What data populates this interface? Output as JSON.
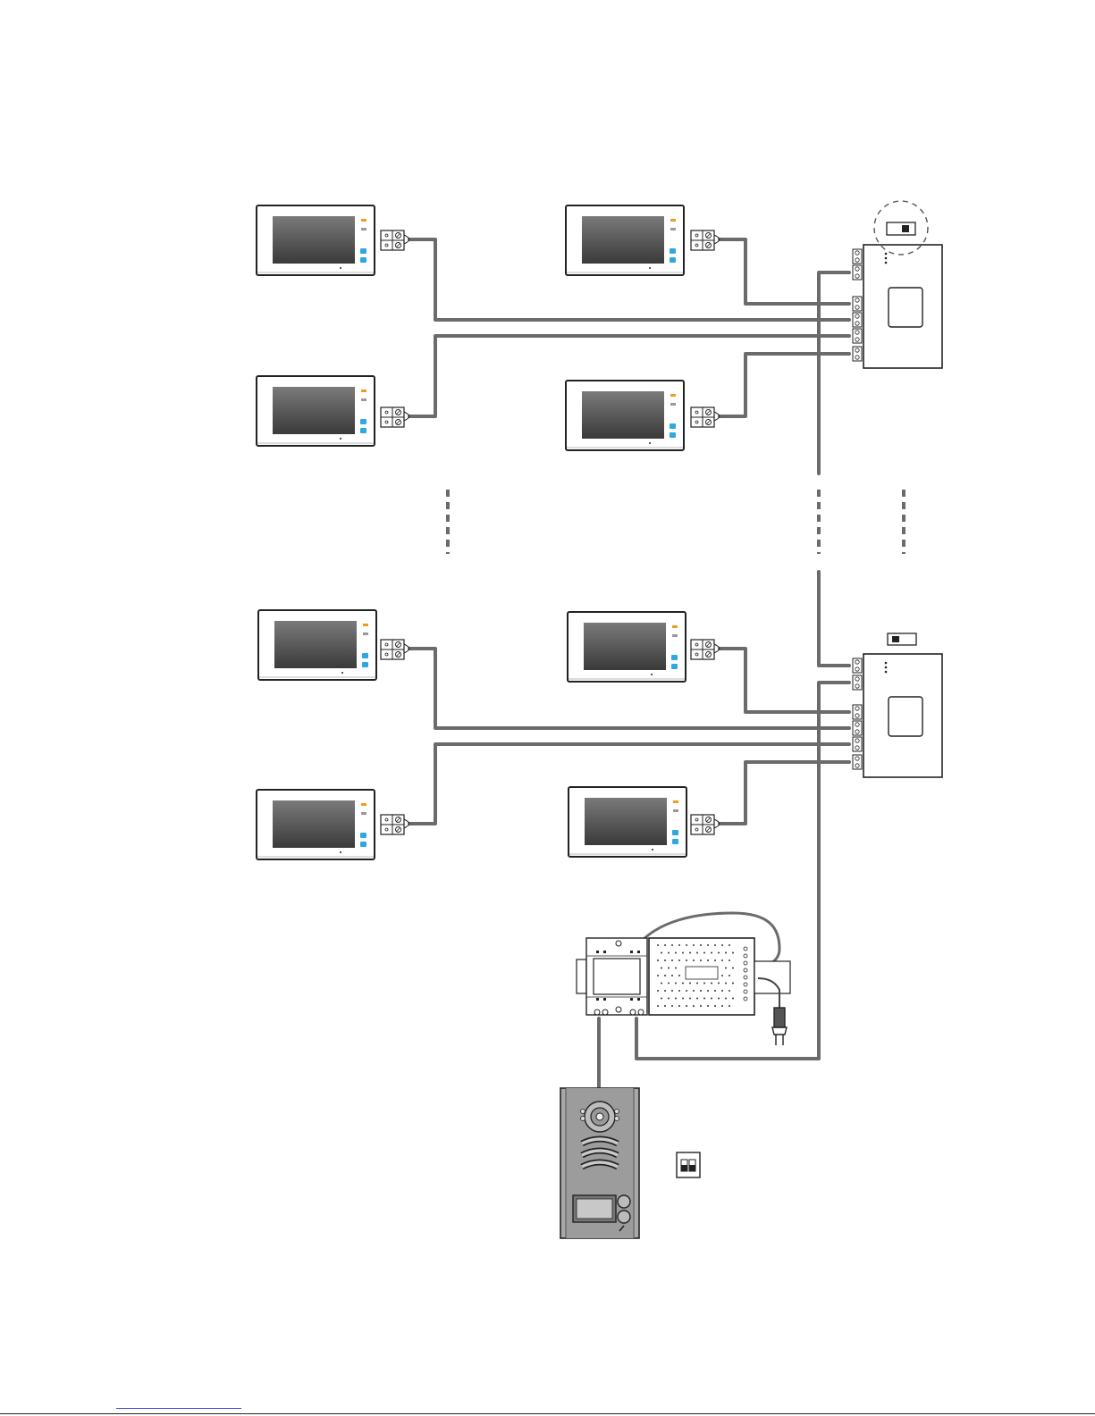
{
  "diagram": {
    "type": "wiring-diagram",
    "colors": {
      "wire": "#6b6b6b",
      "outline": "#222222",
      "screen": "#4a4a4a",
      "indicator_orange": "#f39a1e",
      "button_blue": "#2fa8e0",
      "door_station_body": "#a8a8a8"
    },
    "monitors": [
      {
        "id": "monitor-1"
      },
      {
        "id": "monitor-2"
      },
      {
        "id": "monitor-3"
      },
      {
        "id": "monitor-4"
      },
      {
        "id": "monitor-5"
      },
      {
        "id": "monitor-6"
      },
      {
        "id": "monitor-7"
      },
      {
        "id": "monitor-8"
      }
    ],
    "distributors": [
      {
        "id": "distributor-1"
      },
      {
        "id": "distributor-2"
      }
    ],
    "devices": [
      "power-supply",
      "controller",
      "door-station",
      "dip-switch",
      "power-plug"
    ],
    "continuation_marks": 3
  }
}
